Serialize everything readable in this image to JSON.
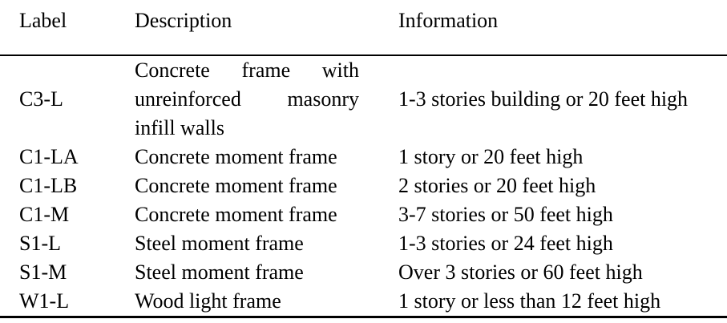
{
  "table": {
    "headers": {
      "label": "Label",
      "description": "Description",
      "information": "Information"
    },
    "rows": [
      {
        "label": "C3-L",
        "description": "Concrete frame with unreinforced masonry infill walls",
        "description_lines": [
          "Concrete frame with",
          "unreinforced masonry",
          "infill walls"
        ],
        "information": "1-3 stories building or 20 feet high"
      },
      {
        "label": "C1-LA",
        "description": "Concrete moment frame",
        "information": "1 story or 20 feet high"
      },
      {
        "label": "C1-LB",
        "description": "Concrete moment frame",
        "information": "2 stories or 20 feet high"
      },
      {
        "label": "C1-M",
        "description": "Concrete moment frame",
        "information": "3-7 stories or 50 feet high"
      },
      {
        "label": "S1-L",
        "description": "Steel moment frame",
        "information": "1-3 stories or 24 feet high"
      },
      {
        "label": "S1-M",
        "description": "Steel moment frame",
        "information": "Over 3 stories or 60 feet high"
      },
      {
        "label": "W1-L",
        "description": "Wood light frame",
        "information": "1 story or less than 12 feet high"
      }
    ],
    "colors": {
      "text": "#000000",
      "background": "#ffffff",
      "rule": "#000000"
    }
  }
}
